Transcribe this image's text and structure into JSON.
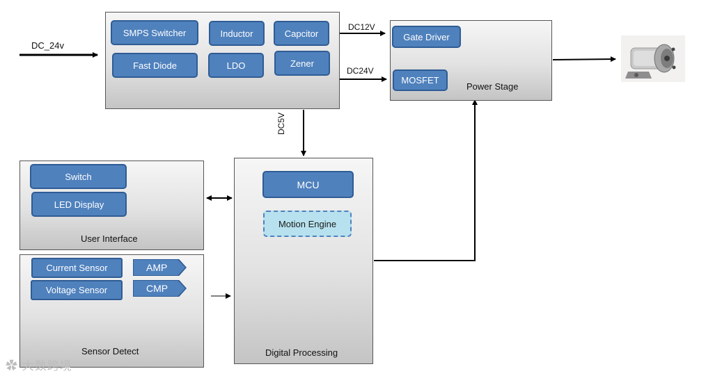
{
  "power_block": {
    "items": [
      "SMPS Switcher",
      "Inductor",
      "Capcitor",
      "Fast Diode",
      "LDO",
      "Zener"
    ]
  },
  "power_stage": {
    "title": "Power Stage",
    "items": [
      "Gate Driver",
      "MOSFET"
    ]
  },
  "user_interface": {
    "title": "User Interface",
    "items": [
      "Switch",
      "LED Display"
    ]
  },
  "sensor_detect": {
    "title": "Sensor Detect",
    "items": [
      "Current Sensor",
      "Voltage Sensor"
    ],
    "tags": [
      "AMP",
      "CMP"
    ]
  },
  "digital_processing": {
    "title": "Digital Processing",
    "mcu": "MCU",
    "motion_engine": "Motion Engine"
  },
  "labels": {
    "input": "DC_24v",
    "dc12": "DC12V",
    "dc24": "DC24V",
    "dc5": "DC5V"
  },
  "colors": {
    "chip_fill": "#4f81bd",
    "chip_border": "#2f5c94",
    "dashed_fill": "#b7e1ee"
  },
  "watermark": "大数跨境",
  "icons": [
    "motor-image",
    "watermark-logo-icon"
  ]
}
